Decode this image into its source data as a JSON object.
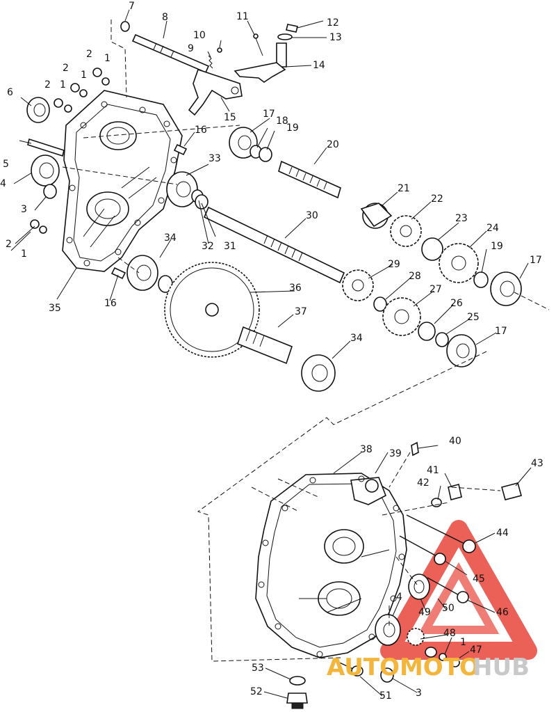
{
  "callouts": [
    "1",
    "2",
    "3",
    "4",
    "5",
    "6",
    "7",
    "8",
    "9",
    "10",
    "11",
    "12",
    "13",
    "14",
    "15",
    "16",
    "17",
    "18",
    "19",
    "20",
    "21",
    "22",
    "23",
    "24",
    "25",
    "26",
    "27",
    "28",
    "29",
    "30",
    "31",
    "32",
    "33",
    "34",
    "35",
    "36",
    "37",
    "38",
    "39",
    "40",
    "41",
    "42",
    "43",
    "44",
    "45",
    "46",
    "47",
    "48",
    "49",
    "50",
    "51",
    "52",
    "53"
  ],
  "watermark": {
    "part1": "AUTOMOTO",
    "part2": "HUB",
    "color_accent": "#e8443a",
    "color_text1": "#f4b63a",
    "color_text2": "#c9c9c9"
  }
}
